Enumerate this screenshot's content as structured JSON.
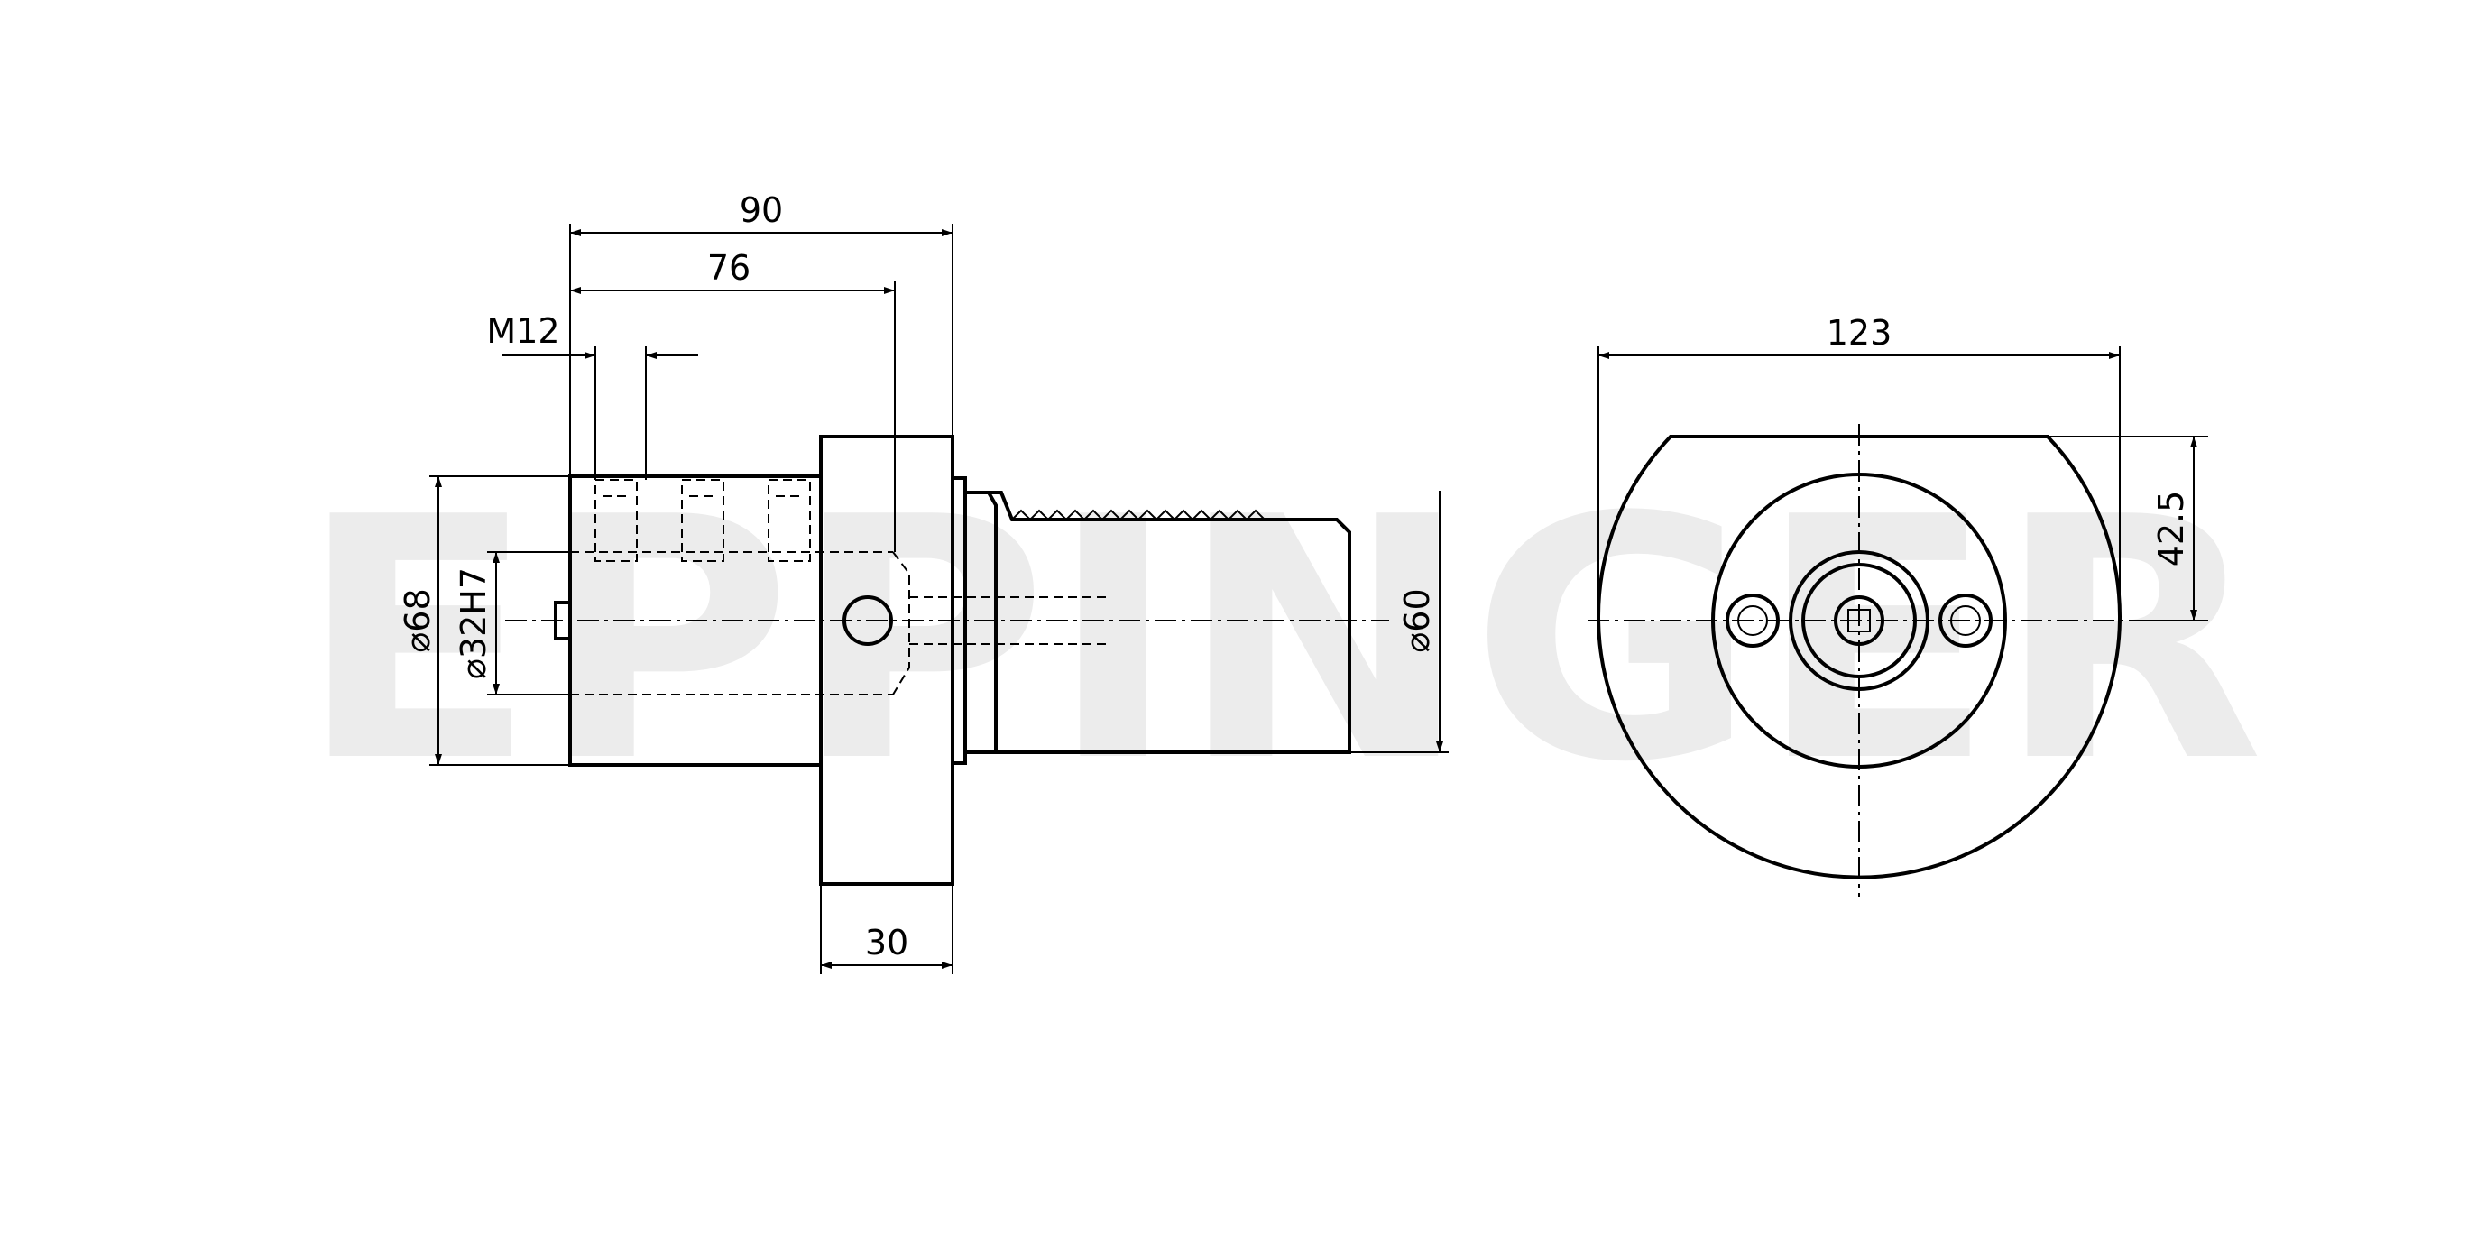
{
  "watermark": "EPPINGER",
  "side_view": {
    "dimensions": {
      "overall_length": "90",
      "depth_to_hole": "76",
      "thread": "M12",
      "flange_width": "30",
      "outer_diameter": "⌀68",
      "bore_diameter": "⌀32H7",
      "shank_diameter": "⌀60"
    }
  },
  "front_view": {
    "dimensions": {
      "width": "123",
      "offset": "42.5"
    }
  }
}
